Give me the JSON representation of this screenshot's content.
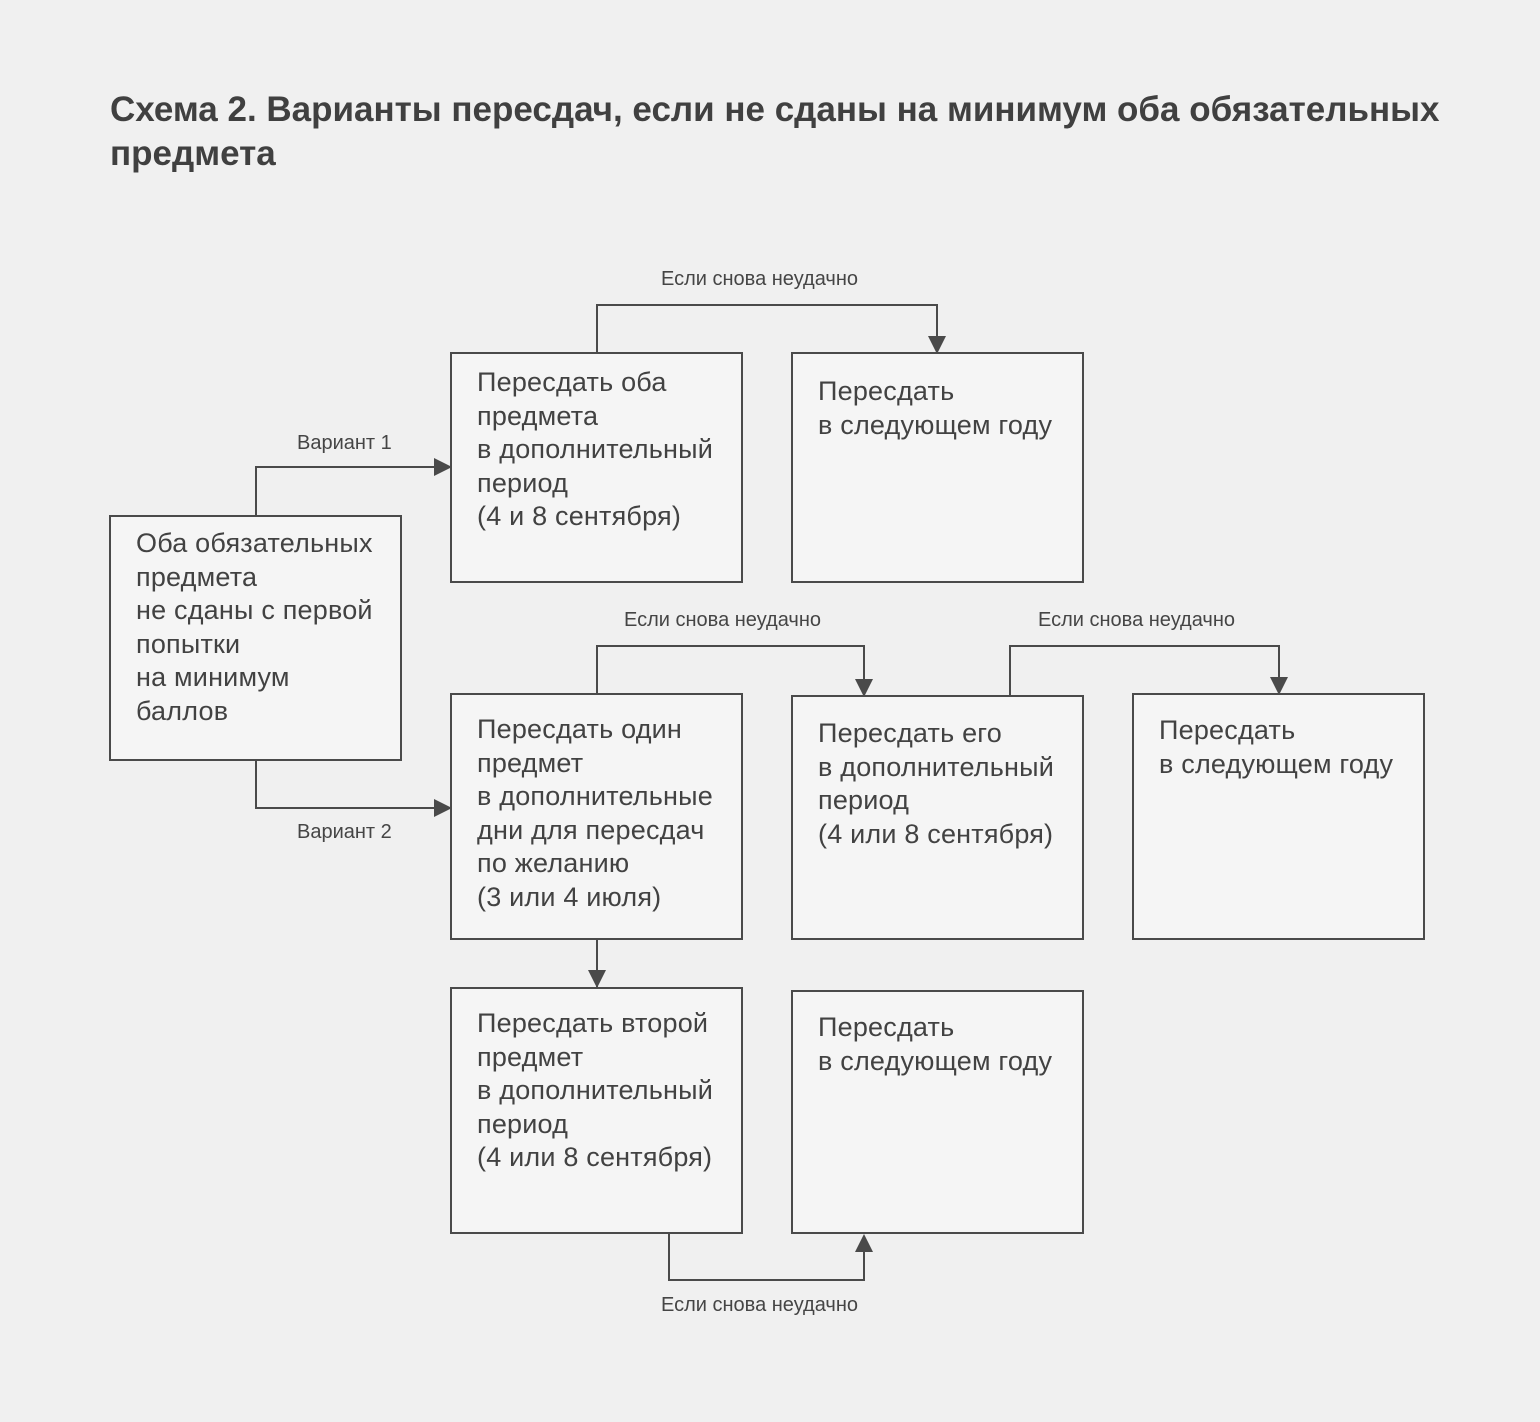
{
  "title": "Схема 2. Варианты пересдач, если не сданы на минимум оба обязательных предмета",
  "nodes": {
    "start": "Оба обязательных\nпредмета\nне сданы с первой\nпопытки\nна минимум\nбаллов",
    "v1_both": "Пересдать оба\nпредмета\nв дополнительный\nпериод\n(4 и 8 сентября)",
    "v1_next_year": "Пересдать\nв следующем году",
    "v2_one": "Пересдать один\nпредмет\nв дополнительные\nдни для пересдач\nпо желанию\n(3 или 4 июля)",
    "v2_it_extra": "Пересдать его\nв дополнительный\nпериод\n(4 или 8 сентября)",
    "v2_it_next_year": "Пересдать\nв следующем году",
    "v2_second": "Пересдать второй\nпредмет\nв дополнительный\nпериод\n(4 или 8 сентября)",
    "v2_second_next_year": "Пересдать\nв следующем году"
  },
  "edge_labels": {
    "variant1": "Вариант 1",
    "variant2": "Вариант 2",
    "again_fail_top": "Если снова неудачно",
    "again_fail_mid_left": "Если снова неудачно",
    "again_fail_mid_right": "Если снова неудачно",
    "again_fail_bottom": "Если снова неудачно"
  },
  "colors": {
    "background": "#f0f0f0",
    "box_fill": "#f5f5f5",
    "line": "#4a4a4a",
    "text": "#424242"
  }
}
